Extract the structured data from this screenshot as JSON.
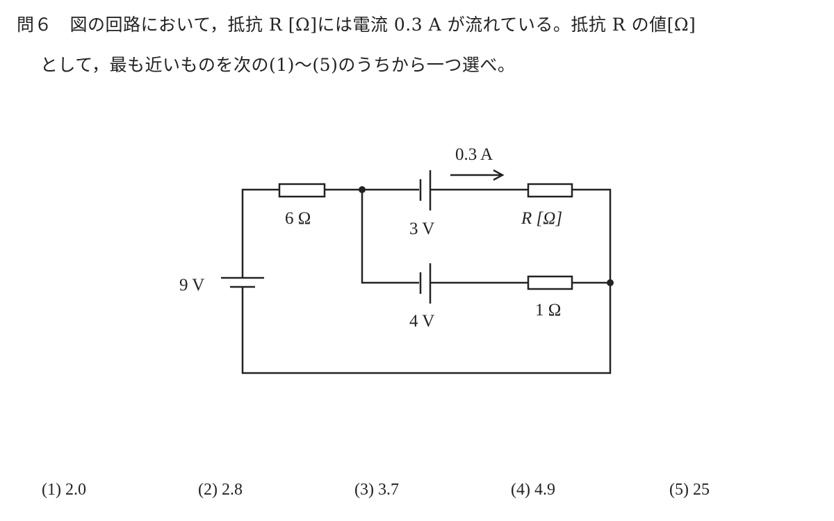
{
  "question": {
    "line1": "問６　図の回路において，抵抗 R [Ω]には電流 0.3 A が流れている。抵抗 R の値[Ω]",
    "line2": "として，最も近いものを次の(1)～(5)のうちから一つ選べ。"
  },
  "circuit": {
    "source_main": "9 V",
    "resistor_left": "6 Ω",
    "battery_top": "3 V",
    "battery_bottom": "4 V",
    "resistor_top": "R [Ω]",
    "resistor_bottom": "1 Ω",
    "current_label": "0.3 A"
  },
  "choices": [
    {
      "num": "(1)",
      "value": "2.0"
    },
    {
      "num": "(2)",
      "value": "2.8"
    },
    {
      "num": "(3)",
      "value": "3.7"
    },
    {
      "num": "(4)",
      "value": "4.9"
    },
    {
      "num": "(5)",
      "value": "25"
    }
  ]
}
